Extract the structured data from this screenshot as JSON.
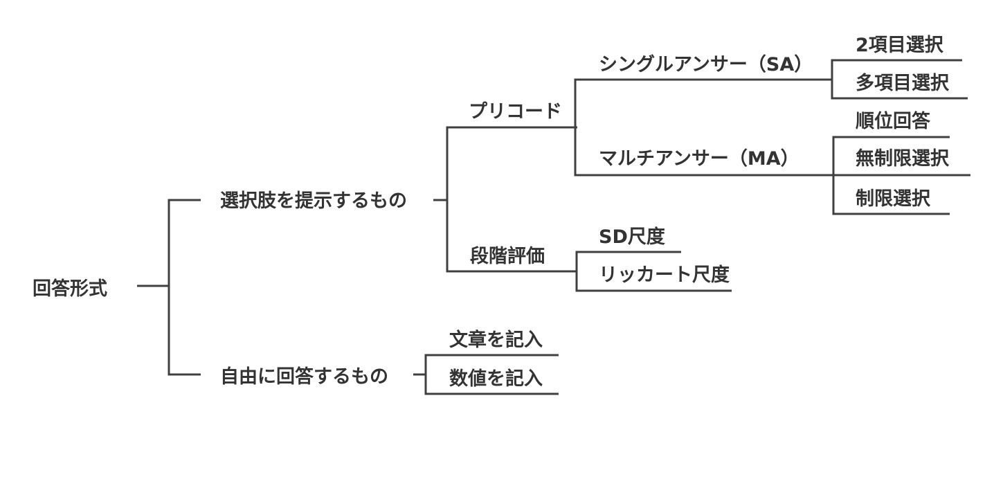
{
  "colors": {
    "line": "#3f3f3f",
    "text": "#333333",
    "background": "#ffffff"
  },
  "root": "回答形式",
  "branch_choice": {
    "label": "選択肢を提示するもの",
    "precode": {
      "label": "プリコード",
      "single_answer": {
        "label": "シングルアンサー（SA）",
        "items": [
          "2項目選択",
          "多項目選択"
        ]
      },
      "multi_answer": {
        "label": "マルチアンサー（MA）",
        "items": [
          "順位回答",
          "無制限選択",
          "制限選択"
        ]
      }
    },
    "rating": {
      "label": "段階評価",
      "items": [
        "SD尺度",
        "リッカート尺度"
      ]
    }
  },
  "branch_free": {
    "label": "自由に回答するもの",
    "items": [
      "文章を記入",
      "数値を記入"
    ]
  }
}
